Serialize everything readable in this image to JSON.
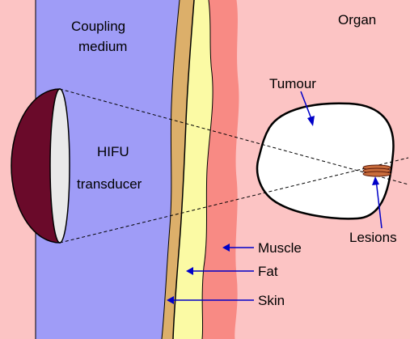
{
  "colors": {
    "coupling_medium": "#9f9cf7",
    "organ": "#fcc4c4",
    "muscle": "#f88a84",
    "fat": "#fbfaa4",
    "skin": "#dcaf6a",
    "transducer": "#6a0a2a",
    "transducer_face": "#e9e9e9",
    "tumour": "#ffffff",
    "lesion": "#c86c3c",
    "arrow": "#0000c8",
    "outline": "#000000"
  },
  "labels": {
    "coupling_line1": "Coupling",
    "coupling_line2": "medium",
    "organ": "Organ",
    "hifu_line1": "HIFU",
    "hifu_line2": "transducer",
    "tumour": "Tumour",
    "lesions": "Lesions",
    "muscle": "Muscle",
    "fat": "Fat",
    "skin": "Skin"
  },
  "icons": {
    "transducer": "hifu-transducer-icon",
    "beam": "focused-beam-icon",
    "lesions": "lesion-cluster-icon"
  }
}
